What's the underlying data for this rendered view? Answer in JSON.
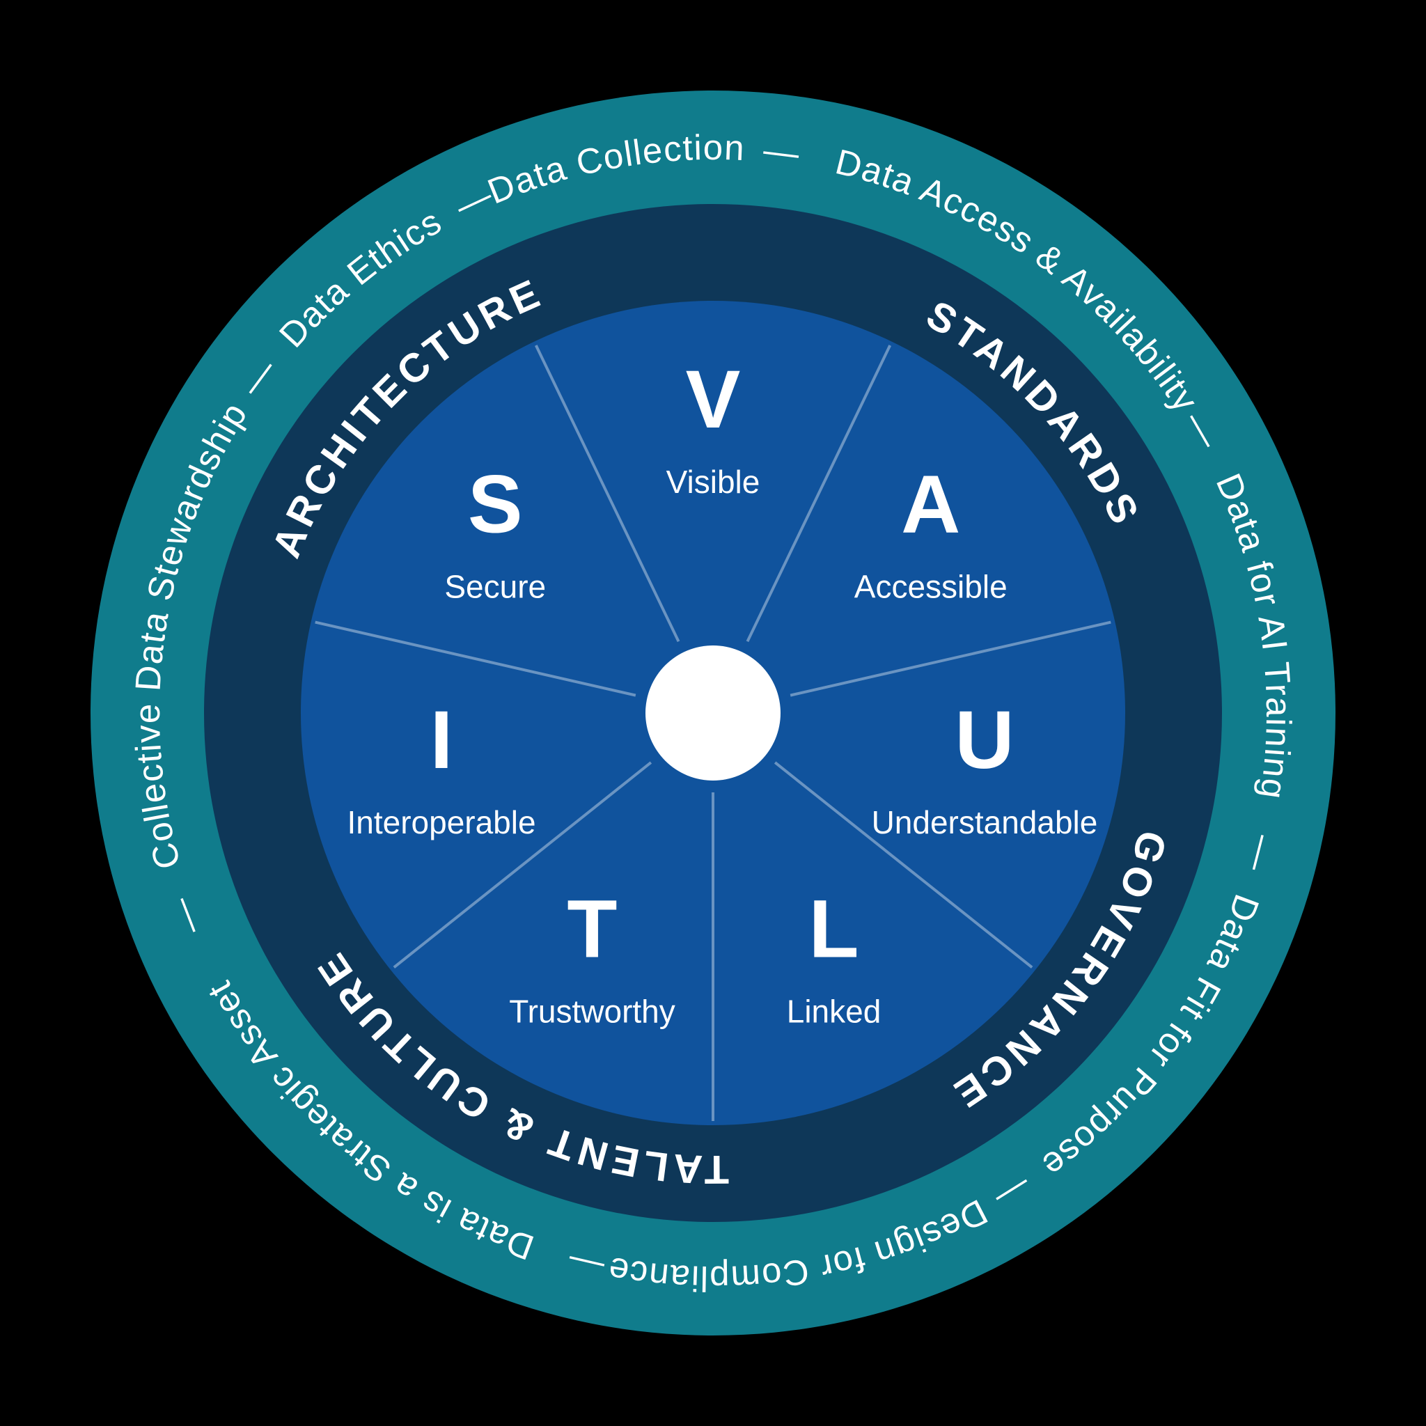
{
  "diagram": {
    "name": "data-strategy-wheel",
    "colors": {
      "background": "#000000",
      "outer_ring": "#107C8C",
      "middle_ring": "#0E3758",
      "inner_wheel": "#10539D",
      "divider_line": "rgba(255,255,255,0.38)",
      "hub": "#FFFFFF",
      "text": "#FFFFFF"
    },
    "outer_ring": {
      "separator": "—",
      "items": [
        {
          "label": "Collective Data Stewardship",
          "angle": 188.5
        },
        {
          "label": "Data Ethics",
          "angle": 231
        },
        {
          "label": "Data Collection",
          "angle": 260
        },
        {
          "label": "Data Access & Availability",
          "angle": 305
        },
        {
          "label": "Data for AI Training",
          "angle": 352
        },
        {
          "label": "Data Fit for Purpose",
          "angle": 36.4
        },
        {
          "label": "Design for Compliance",
          "angle": 81
        },
        {
          "label": "Data is a Strategic Asset",
          "angle": 130
        }
      ],
      "separator_angles": [
        159,
        216.5,
        245,
        277,
        330,
        14.4,
        58,
        103
      ]
    },
    "middle_ring": {
      "labels": [
        {
          "label": "ARCHITECTURE",
          "angle": 224
        },
        {
          "label": "STANDARDS",
          "angle": 317
        },
        {
          "label": "GOVERNANCE",
          "angle": 36.5
        },
        {
          "label": "TALENT & CULTURE",
          "angle": 118
        }
      ]
    },
    "inner_wheel": {
      "sectors": [
        {
          "letter": "V",
          "descriptor": "Visible",
          "angle": 270
        },
        {
          "letter": "A",
          "descriptor": "Accessible",
          "angle": 321.43
        },
        {
          "letter": "U",
          "descriptor": "Understandable",
          "angle": 12.86
        },
        {
          "letter": "L",
          "descriptor": "Linked",
          "angle": 64.29
        },
        {
          "letter": "T",
          "descriptor": "Trustworthy",
          "angle": 115.71
        },
        {
          "letter": "I",
          "descriptor": "Interoperable",
          "angle": 167.14
        },
        {
          "letter": "S",
          "descriptor": "Secure",
          "angle": 218.57
        }
      ],
      "divider_angles": [
        38.57,
        90,
        141.43,
        192.86,
        244.29,
        295.71,
        347.14
      ]
    }
  }
}
